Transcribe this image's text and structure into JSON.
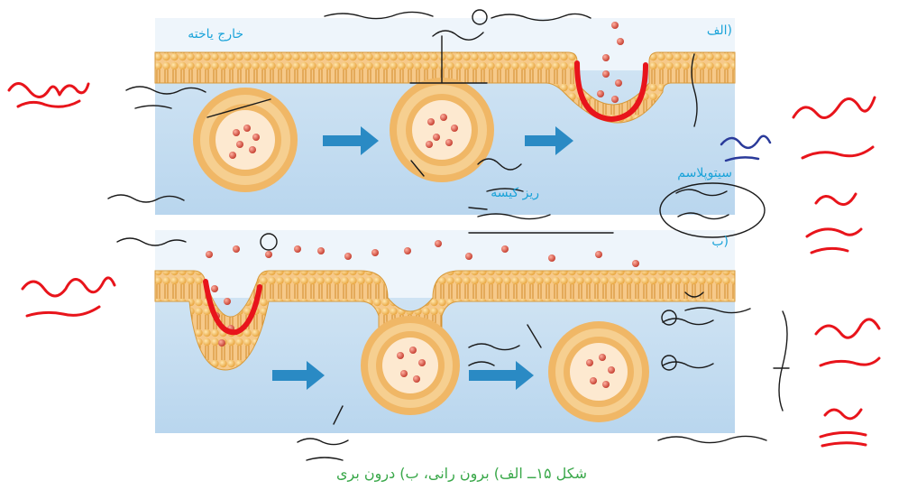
{
  "figure": {
    "label_outside": "خارج یاخته",
    "label_a": "الف)",
    "label_cytoplasm": "سیتوپلاسم",
    "label_vesicle": "ریز کیسه",
    "label_b": "ب)",
    "caption": "شکل ۱۵ــ الف) برون رانی، ب) درون بری"
  }
}
